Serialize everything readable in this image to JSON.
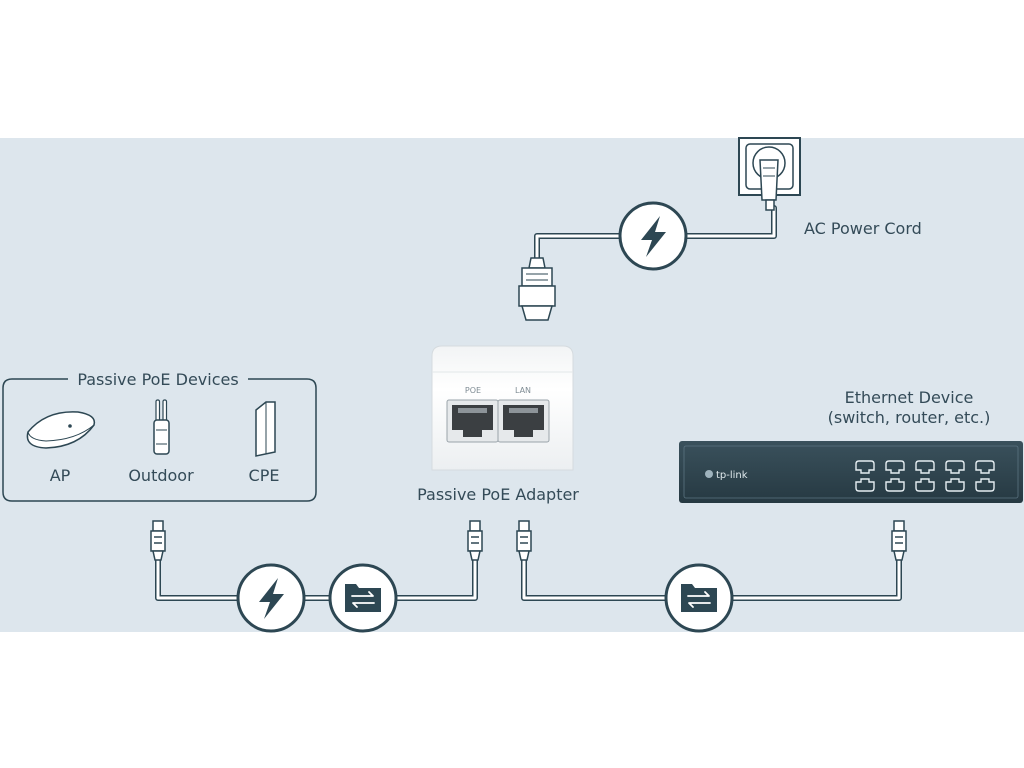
{
  "labels": {
    "ac_power_cord": "AC Power Cord",
    "passive_poe_devices": "Passive PoE Devices",
    "ap": "AP",
    "outdoor": "Outdoor",
    "cpe": "CPE",
    "passive_poe_adapter": "Passive PoE Adapter",
    "ethernet_device_line1": "Ethernet Device",
    "ethernet_device_line2": "(switch, router, etc.)",
    "port_poe": "POE",
    "port_lan": "LAN",
    "switch_brand": "tp-link"
  },
  "icons": {
    "power": "lightning-bolt-icon",
    "data": "data-folder-icon"
  },
  "colors": {
    "band": "#dde6ed",
    "stroke": "#2d4753",
    "text": "#344b58",
    "adapter": "#fbfbfb",
    "switch": "#30444e",
    "cable": "#ffffff"
  }
}
